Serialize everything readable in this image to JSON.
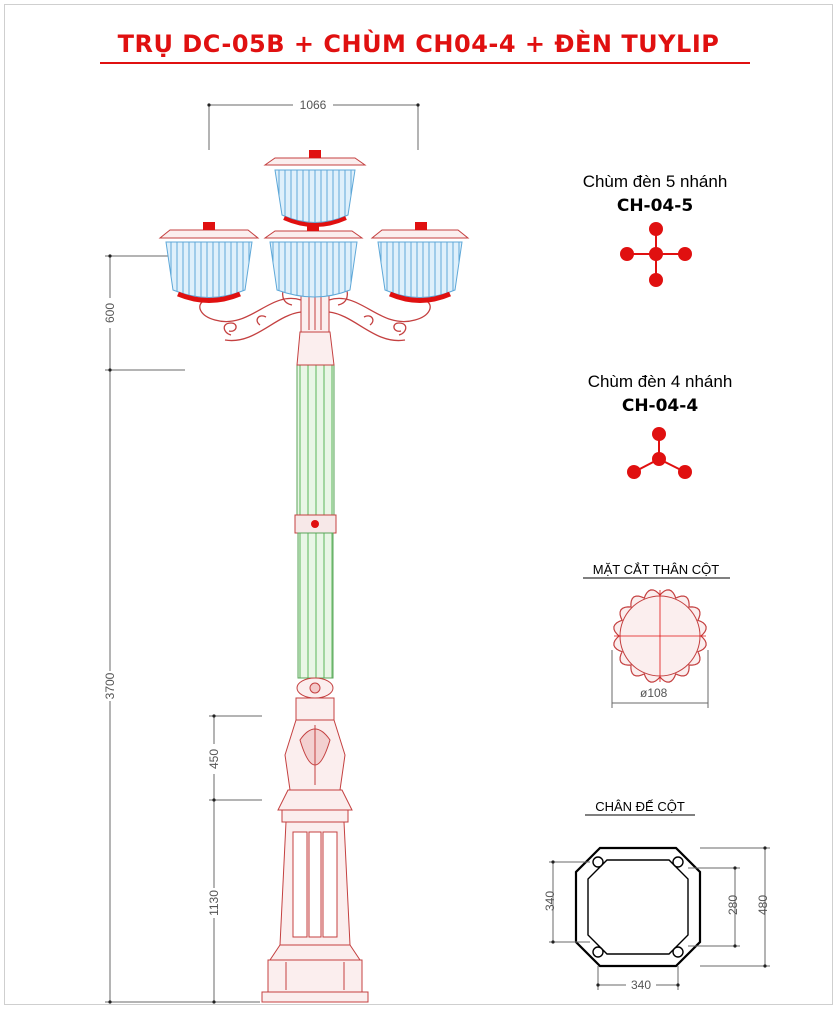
{
  "title": "TRỤ DC-05B + CHÙM CH04-4 + ĐÈN TUYLIP",
  "variants": [
    {
      "label": "Chùm đèn 5 nhánh",
      "code": "CH-04-5"
    },
    {
      "label": "Chùm đèn 4 nhánh",
      "code": "CH-04-4"
    }
  ],
  "sections": {
    "shaft": {
      "title": "MẶT CẮT THÂN CỘT",
      "diameter": "ø108"
    },
    "base": {
      "title": "CHÂN ĐẾ CỘT",
      "dims": [
        "340",
        "280",
        "480",
        "340"
      ]
    }
  },
  "dimensions": {
    "width_top": "1066",
    "head_height": "600",
    "total_height": "3700",
    "collar_height": "450",
    "base_height": "1130"
  },
  "colors": {
    "accent": "#e01010",
    "pole": "#7bc47b",
    "lamp": "#5fa8d8",
    "outline": "#c44040"
  }
}
